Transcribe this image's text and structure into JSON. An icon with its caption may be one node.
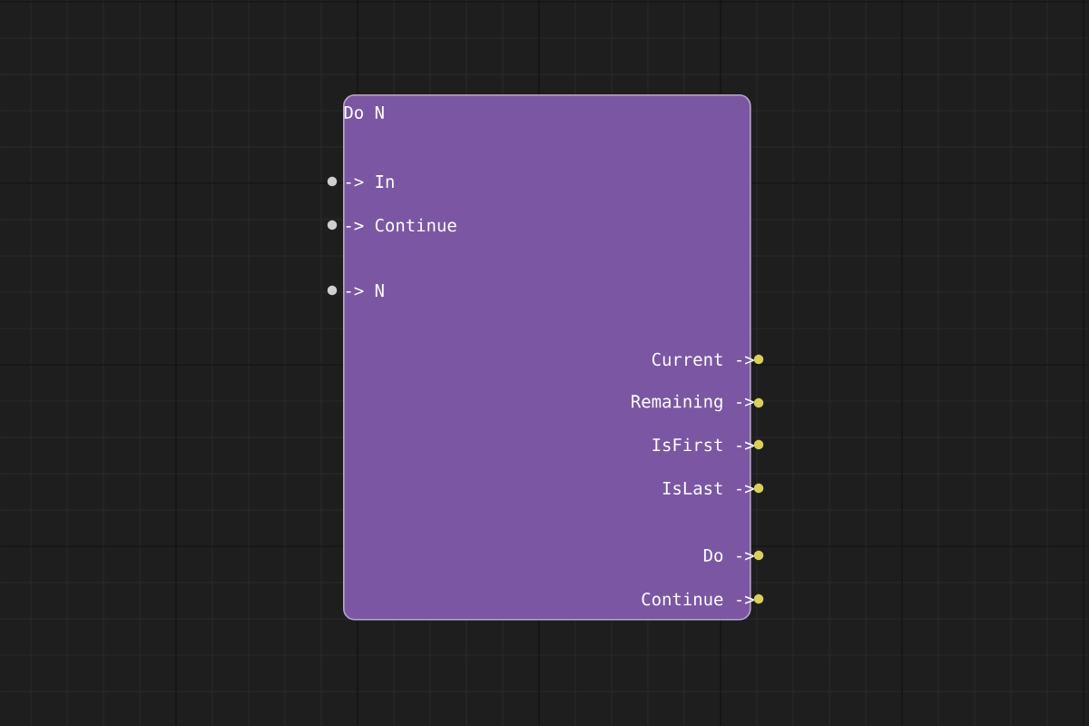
{
  "diagram": {
    "nodes": [
      {
        "text": [
          "Do N",
          "-> In",
          "-> Continue",
          "-> N",
          "Current ->",
          "Remaining ->",
          "IsFirst ->",
          "IsLast ->",
          "Do ->",
          "Continue ->"
        ]
      }
    ]
  }
}
